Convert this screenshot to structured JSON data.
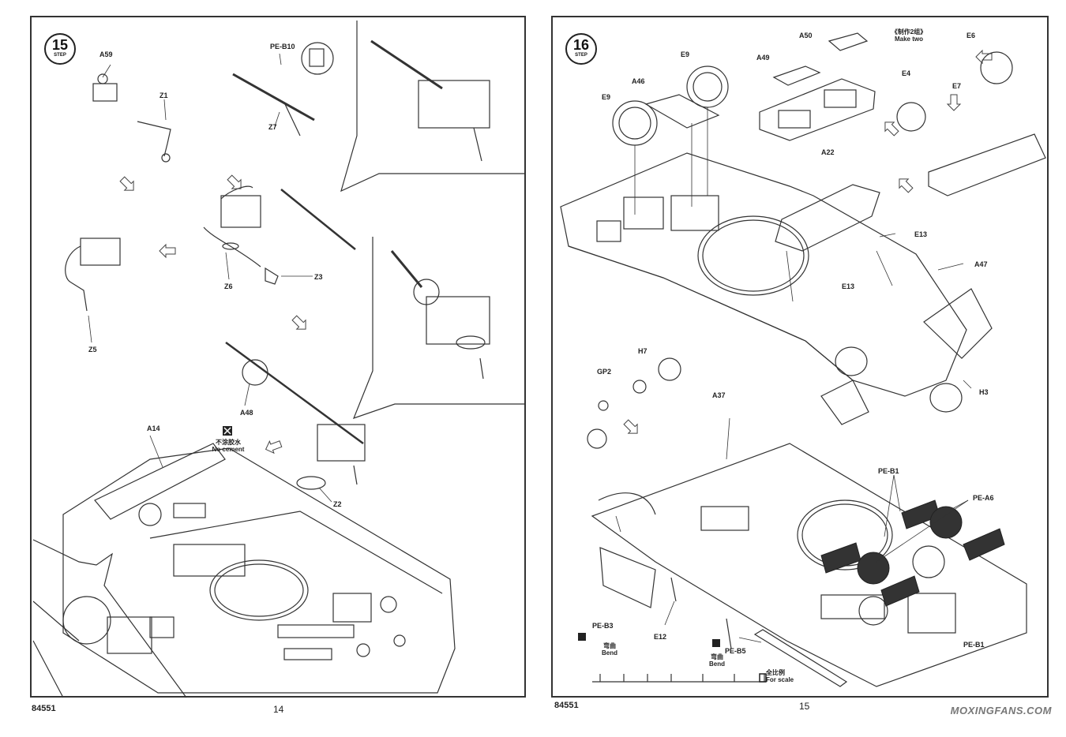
{
  "pages": [
    {
      "page_number": "14",
      "code": "84551",
      "step": {
        "number": "15",
        "label": "STEP"
      },
      "labels": [
        "A59",
        "Z1",
        "PE-B10",
        "Z7",
        "Z6",
        "Z3",
        "Z5",
        "A48",
        "A14",
        "Z2"
      ],
      "note": {
        "cn": "不涂胶水",
        "en": "No cement"
      }
    },
    {
      "page_number": "15",
      "code": "84551",
      "step": {
        "number": "16",
        "label": "STEP"
      },
      "labels": [
        "A50",
        "A49",
        "E9",
        "A46",
        "E9",
        "A22",
        "E4",
        "E6",
        "E7",
        "E13",
        "E13",
        "A47",
        "H7",
        "GP2",
        "H3",
        "A37",
        "PE-B1",
        "PE-A6",
        "PE-B3",
        "E12",
        "PE-B5",
        "PE-B1"
      ],
      "make_two": {
        "cn": "《制作2组》",
        "en": "Make two"
      },
      "bend1": {
        "cn": "弯曲",
        "en": "Bend"
      },
      "bend2": {
        "cn": "弯曲",
        "en": "Bend"
      },
      "scale": {
        "cn": "全比例",
        "en": "For scale"
      }
    }
  ],
  "watermark": "MOXINGFANS.COM"
}
